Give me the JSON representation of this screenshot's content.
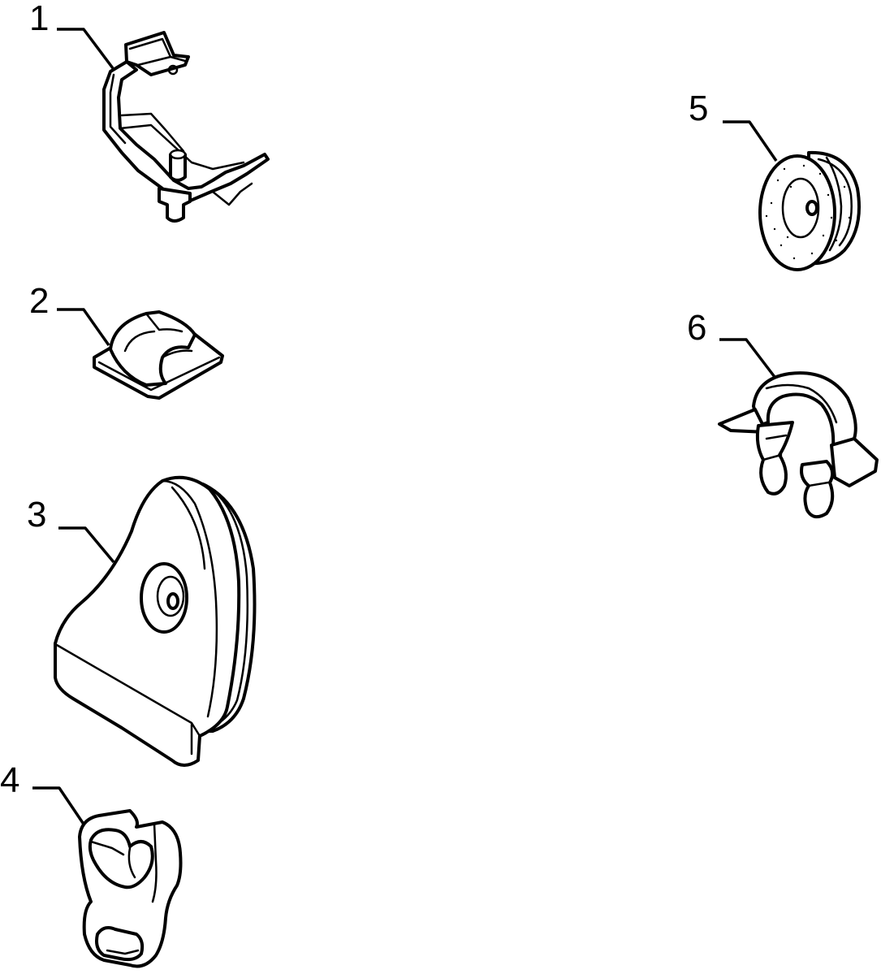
{
  "parts": [
    {
      "id": "1",
      "label": "1",
      "icon": "pipe-bracket-clip-icon"
    },
    {
      "id": "2",
      "label": "2",
      "icon": "adhesive-cable-clip-icon"
    },
    {
      "id": "3",
      "label": "3",
      "icon": "rubber-grommet-cover-icon"
    },
    {
      "id": "4",
      "label": "4",
      "icon": "double-hose-clip-icon"
    },
    {
      "id": "5",
      "label": "5",
      "icon": "round-grommet-icon"
    },
    {
      "id": "6",
      "label": "6",
      "icon": "push-in-cable-clip-icon"
    }
  ]
}
